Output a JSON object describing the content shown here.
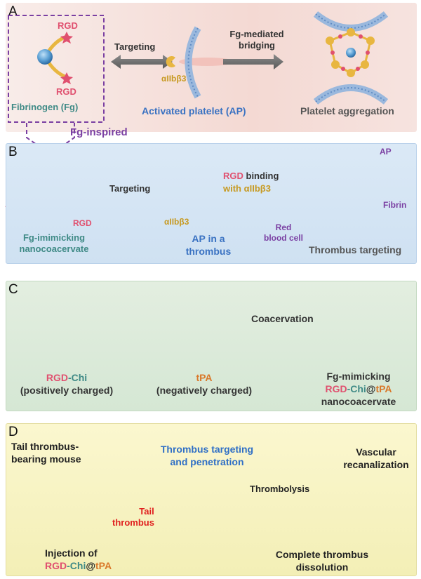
{
  "panels": {
    "a": {
      "letter": "A",
      "rgd_top": "RGD",
      "rgd_bottom": "RGD",
      "fibrinogen": "Fibrinogen (Fg)",
      "targeting": "Targeting",
      "integrin": "αIIbβ3",
      "fg_mediated": "Fg-mediated",
      "bridging": "bridging",
      "activated_platelet": "Activated platelet (AP)",
      "platelet_aggregation": "Platelet aggregation"
    },
    "fg_inspired": "Fg-inspired",
    "b": {
      "letter": "B",
      "targeting": "Targeting",
      "rgd_label": "RGD",
      "fg_mimicking_line1": "Fg-imimicking",
      "fg_mimicking_line2": "nanocoacervate",
      "integrin": "αIIbβ3",
      "ap_line1": "AP in a",
      "ap_line2": "thrombus",
      "rgd_binding_rgd": "RGD",
      "rgd_binding_rest": " binding",
      "with_line": "with αIIbβ3",
      "ap": "AP",
      "fibrin": "Fibrin",
      "red_line1": "Red",
      "red_line2": "blood cell",
      "thrombus_targeting": "Thrombus targeting"
    },
    "c": {
      "letter": "C",
      "rgd": "RGD",
      "chi": "-Chi",
      "positively": "(positively charged)",
      "tpa": "tPA",
      "negatively": "(negatively charged)",
      "coacervation": "Coacervation",
      "fg_mimicking": "Fg-mimicking",
      "product_rgd": "RGD",
      "product_chi": "-Chi",
      "product_at": "@",
      "product_tpa": "tPA",
      "nanocoacervate": "nanocoacervate"
    },
    "d": {
      "letter": "D",
      "mouse_line1": "Tail thrombus-",
      "mouse_line2": "bearing mouse",
      "tail_line1": "Tail",
      "tail_line2": "thrombus",
      "injection": "Injection of",
      "inj_rgd": "RGD",
      "inj_chi": "-Chi",
      "inj_at": "@",
      "inj_tpa": "tPA",
      "targeting_line1": "Thrombus targeting",
      "targeting_line2": "and penetration",
      "thrombolysis": "Thrombolysis",
      "vascular_line1": "Vascular",
      "vascular_line2": "recanalization",
      "complete_line1": "Complete thrombus",
      "complete_line2": "dissolution"
    }
  },
  "colors": {
    "rgd": "#e0506f",
    "fibrinogen": "#3f8a86",
    "platelet_text": "#3a72c2",
    "gray_text": "#555555",
    "purple": "#7a3fa2",
    "integrin": "#c79a22",
    "chi": "#3f8a86",
    "tpa": "#d9782a",
    "red_text": "#e0201f",
    "blue_title": "#2f6fc6"
  }
}
